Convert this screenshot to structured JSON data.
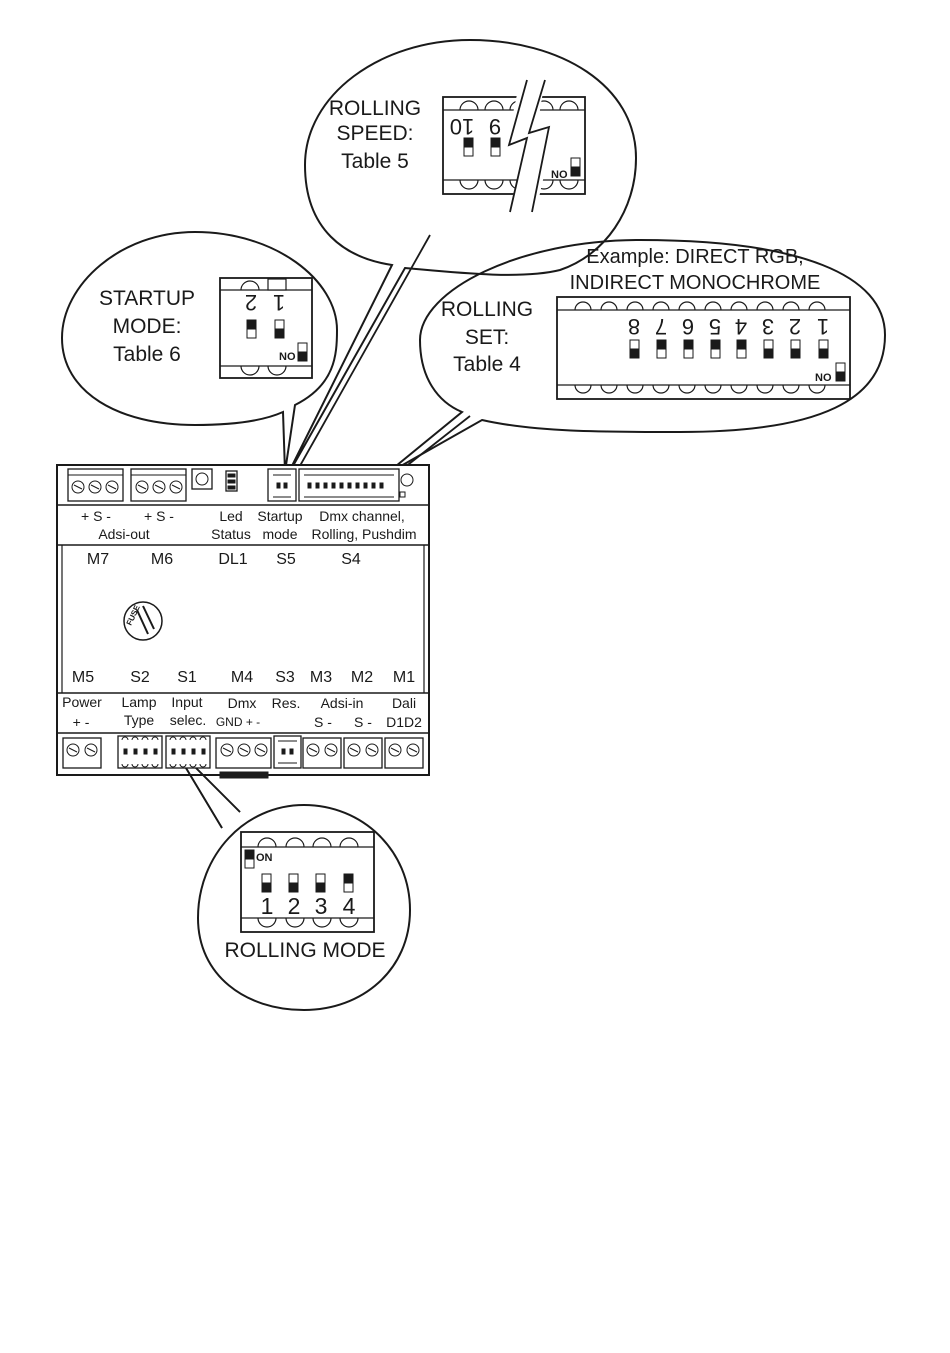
{
  "callouts": {
    "rolling_speed": {
      "title": [
        "ROLLING",
        "SPEED:",
        "Table 5"
      ],
      "switch_numbers": [
        "10",
        "9"
      ],
      "on_label": "NO"
    },
    "startup_mode": {
      "title": [
        "STARTUP",
        "MODE:",
        "Table 6"
      ],
      "switch_numbers": [
        "2",
        "1"
      ],
      "on_label": "NO"
    },
    "rolling_set": {
      "example": [
        "Example: DIRECT RGB,",
        "INDIRECT MONOCHROME"
      ],
      "title": [
        "ROLLING",
        "SET:",
        "Table 4"
      ],
      "switch_numbers": [
        "8",
        "7",
        "6",
        "5",
        "4",
        "3",
        "2",
        "1"
      ],
      "on_label": "NO"
    },
    "rolling_mode": {
      "title": "ROLLING MODE",
      "switch_numbers": [
        "1",
        "2",
        "3",
        "4"
      ],
      "on_label": "ON"
    }
  },
  "module": {
    "top_labels": {
      "adsi_out_pins": [
        "+ S -",
        "+ S -"
      ],
      "adsi_out": "Adsi-out",
      "led": "Led",
      "status": "Status",
      "startup": "Startup",
      "mode": "mode",
      "dmx_channel": "Dmx channel,",
      "rolling_pushdim": "Rolling, Pushdim"
    },
    "upper_codes": [
      "M7",
      "M6",
      "DL1",
      "S5",
      "S4"
    ],
    "lower_codes": [
      "M5",
      "S2",
      "S1",
      "M4",
      "S3",
      "M3",
      "M2",
      "M1"
    ],
    "fuse_label": "FUSE",
    "bottom_labels": {
      "power": "Power",
      "power_pins": "+ -",
      "lamp": "Lamp",
      "type": "Type",
      "input": "Input",
      "selec": "selec.",
      "dmx": "Dmx",
      "dmx_pins": "GND + -",
      "res": "Res.",
      "adsi_in": "Adsi-in",
      "adsi_in_pins": [
        "S  -",
        "S  -"
      ],
      "dali": "Dali",
      "dali_pins": "D1D2"
    }
  },
  "switch_states": {
    "rolling_speed": [
      "on",
      "on"
    ],
    "startup_mode": [
      "on",
      "off"
    ],
    "rolling_set": [
      "off",
      "on",
      "on",
      "on",
      "on",
      "off",
      "off",
      "off"
    ],
    "rolling_mode": [
      "off",
      "off",
      "off",
      "on"
    ]
  }
}
